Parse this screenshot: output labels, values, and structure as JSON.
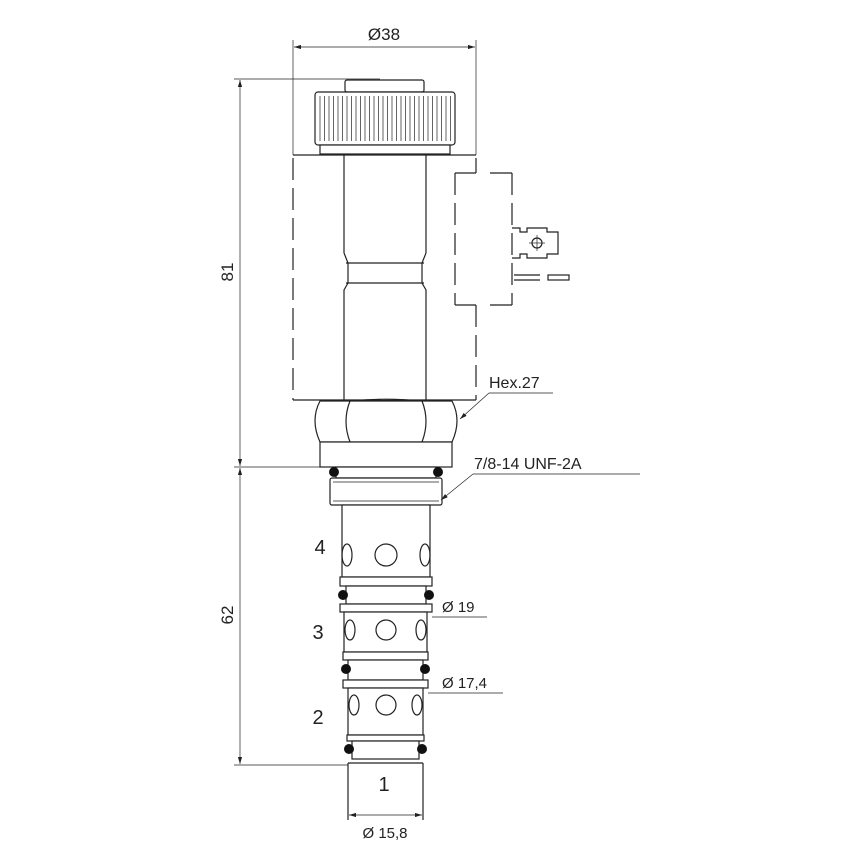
{
  "drawing": {
    "dimensions": {
      "coil_diameter": "Ø38",
      "upper_length": "81",
      "lower_length": "62",
      "hex": "Hex.27",
      "thread": "7/8-14 UNF-2A",
      "diameter_1": "Ø 19",
      "diameter_2": "Ø 17,4",
      "diameter_3": "Ø 15,8"
    },
    "ports": [
      "4",
      "3",
      "2",
      "1"
    ]
  }
}
